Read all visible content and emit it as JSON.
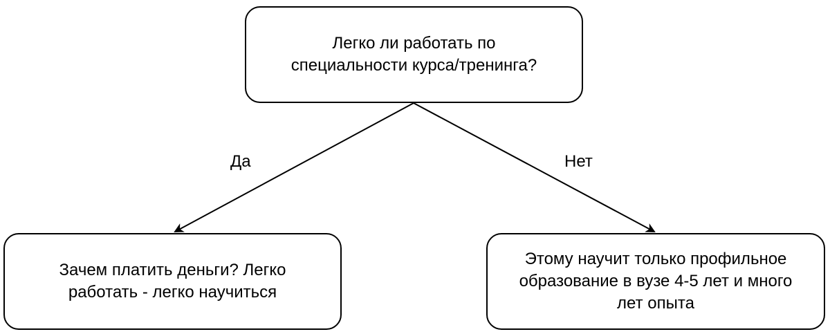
{
  "diagram": {
    "root": {
      "text": "Легко ли работать по\nспециальности курса/тренинга?"
    },
    "branches": [
      {
        "label": "Да",
        "text": "Зачем платить деньги? Легко\nработать - легко научиться"
      },
      {
        "label": "Нет",
        "text": "Этому научит только профильное\nобразование в вузе 4-5 лет и много\nлет опыта"
      }
    ]
  },
  "colors": {
    "stroke": "#000000",
    "background": "#ffffff"
  }
}
